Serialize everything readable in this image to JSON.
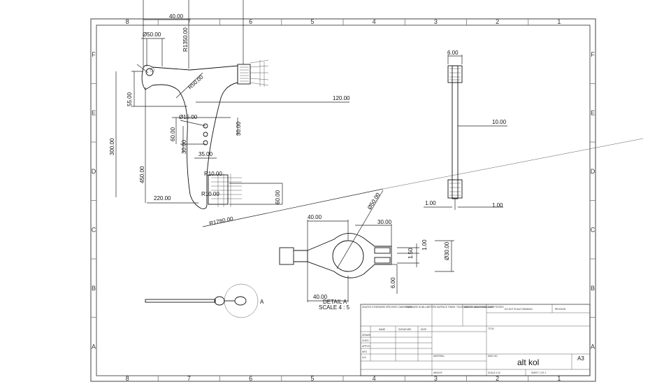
{
  "zones": {
    "columns": [
      "8",
      "7",
      "6",
      "5",
      "4",
      "3",
      "2",
      "1"
    ],
    "rows": [
      "F",
      "E",
      "D",
      "C",
      "B",
      "A"
    ]
  },
  "dims": {
    "d40_top": "40.00",
    "dia50_top": "Ø50.00",
    "r1350": "R1350.00",
    "r50": "R50.00",
    "d55": "55.00",
    "d300": "300.00",
    "d450": "450.00",
    "d120": "120.00",
    "dia15": "Ø15.00",
    "d60": "60.00",
    "d30_left": "30.00",
    "d30_right": "30.00",
    "d35": "35.00",
    "r10a": "R10.00",
    "r10b": "R10.00",
    "d220": "220.00",
    "d60_right": "60.00",
    "r1780": "R1780.00",
    "d6_side": "6.00",
    "d10_side": "10.00",
    "d1_left": "1.00",
    "d1_right": "1.00",
    "dia50_detail": "Ø50.00",
    "d40_detail_top": "40.00",
    "d30_detail": "30.00",
    "d1_detail": "1.00",
    "d150_detail": "1.50",
    "dia30_detail": "Ø30.00",
    "d6_detail": "6.00",
    "d40_detail_bottom": "40.00"
  },
  "detail": {
    "title": "DETAIL A",
    "scale": "SCALE 4 : 5",
    "callout": "A"
  },
  "titleblock": {
    "drawing_title": "alt kol",
    "size": "A3",
    "name_col": "NAME",
    "signature_col": "SIGNATURE",
    "date_col": "DATE",
    "rows": [
      "DRAWN",
      "CHK'D",
      "APPV'D",
      "MFG",
      "Q.A"
    ],
    "material_label": "MATERIAL:",
    "weight_label": "WEIGHT:",
    "dwg_no_label": "DWG NO.",
    "scale_label": "SCALE:1:15",
    "sheet_label": "SHEET 1 OF 1",
    "title_label": "TITLE:",
    "finish_label": "FINISH:",
    "deburr_label": "DEBURR AND BREAK SHARP EDGES",
    "dont_scale": "DO NOT SCALE DRAWING",
    "revision": "REVISION",
    "units_note": "UNLESS OTHERWISE SPECIFIED: DIMENSIONS ARE IN MILLIMETERS SURFACE FINISH: TOLERANCES: LINEAR: ANGULAR:"
  }
}
